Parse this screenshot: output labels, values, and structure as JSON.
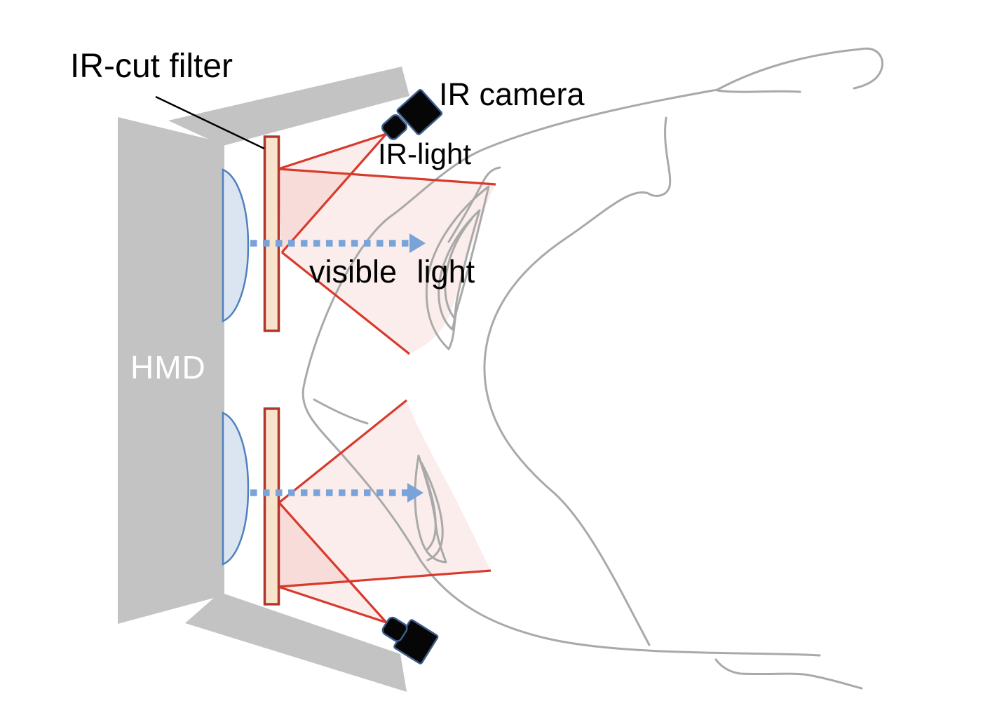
{
  "labels": {
    "ir_cut_filter": "IR-cut filter",
    "ir_camera": "IR camera",
    "ir_light": "IR-light",
    "visible_light": "visible light",
    "hmd": "HMD"
  },
  "icons": [
    "ir-camera-top-icon",
    "ir-camera-bottom-icon",
    "ir-cut-filter-top-icon",
    "ir-cut-filter-bottom-icon",
    "lens-top-icon",
    "lens-bottom-icon",
    "visible-light-arrow-top-icon",
    "visible-light-arrow-bottom-icon",
    "ir-light-cone-top-icon",
    "ir-light-cone-bottom-icon",
    "face-outline-icon",
    "eye-top-icon",
    "eye-bottom-icon",
    "hmd-body-icon",
    "label-pointer-line-icon"
  ],
  "colors": {
    "hmd_gray": "#c3c3c3",
    "face_outline_gray": "#a9a9a9",
    "ir_red": "#d83a2c",
    "filter_fill": "#f8e3cc",
    "filter_stroke": "#b2362c",
    "lens_fill": "#dbe5f1",
    "lens_stroke": "#4f81bd",
    "arrow_blue": "#79a3d9",
    "camera_fill": "#060606",
    "camera_stroke": "#3d5e8c",
    "cone_pink": "rgba(216,80,60,0.10)",
    "text_black": "#000000",
    "hmd_label_white": "#ffffff"
  }
}
